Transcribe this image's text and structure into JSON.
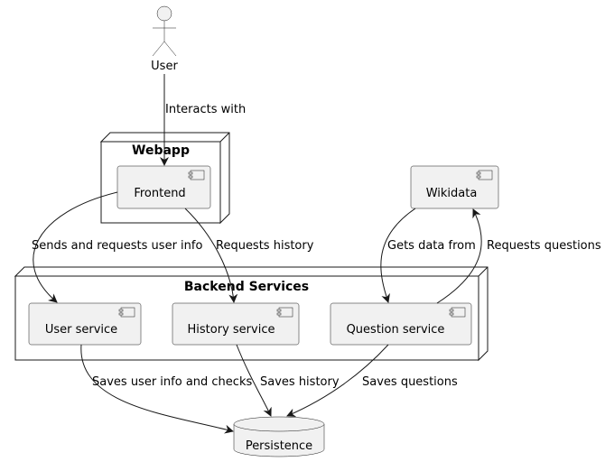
{
  "actor": {
    "label": "User"
  },
  "nodes": {
    "webapp": {
      "title": "Webapp"
    },
    "backend": {
      "title": "Backend Services"
    }
  },
  "components": {
    "frontend": {
      "label": "Frontend"
    },
    "wikidata": {
      "label": "Wikidata"
    },
    "user_service": {
      "label": "User service"
    },
    "history_service": {
      "label": "History service"
    },
    "question_service": {
      "label": "Question service"
    }
  },
  "database": {
    "label": "Persistence"
  },
  "edges": {
    "user_frontend": "Interacts with",
    "frontend_user_service": "Sends and requests user info",
    "frontend_history": "Requests history",
    "wikidata_question": "Gets data from",
    "question_wikidata": "Requests questions",
    "user_service_persistence": "Saves user info and checks",
    "history_persistence": "Saves history",
    "question_persistence": "Saves questions"
  }
}
